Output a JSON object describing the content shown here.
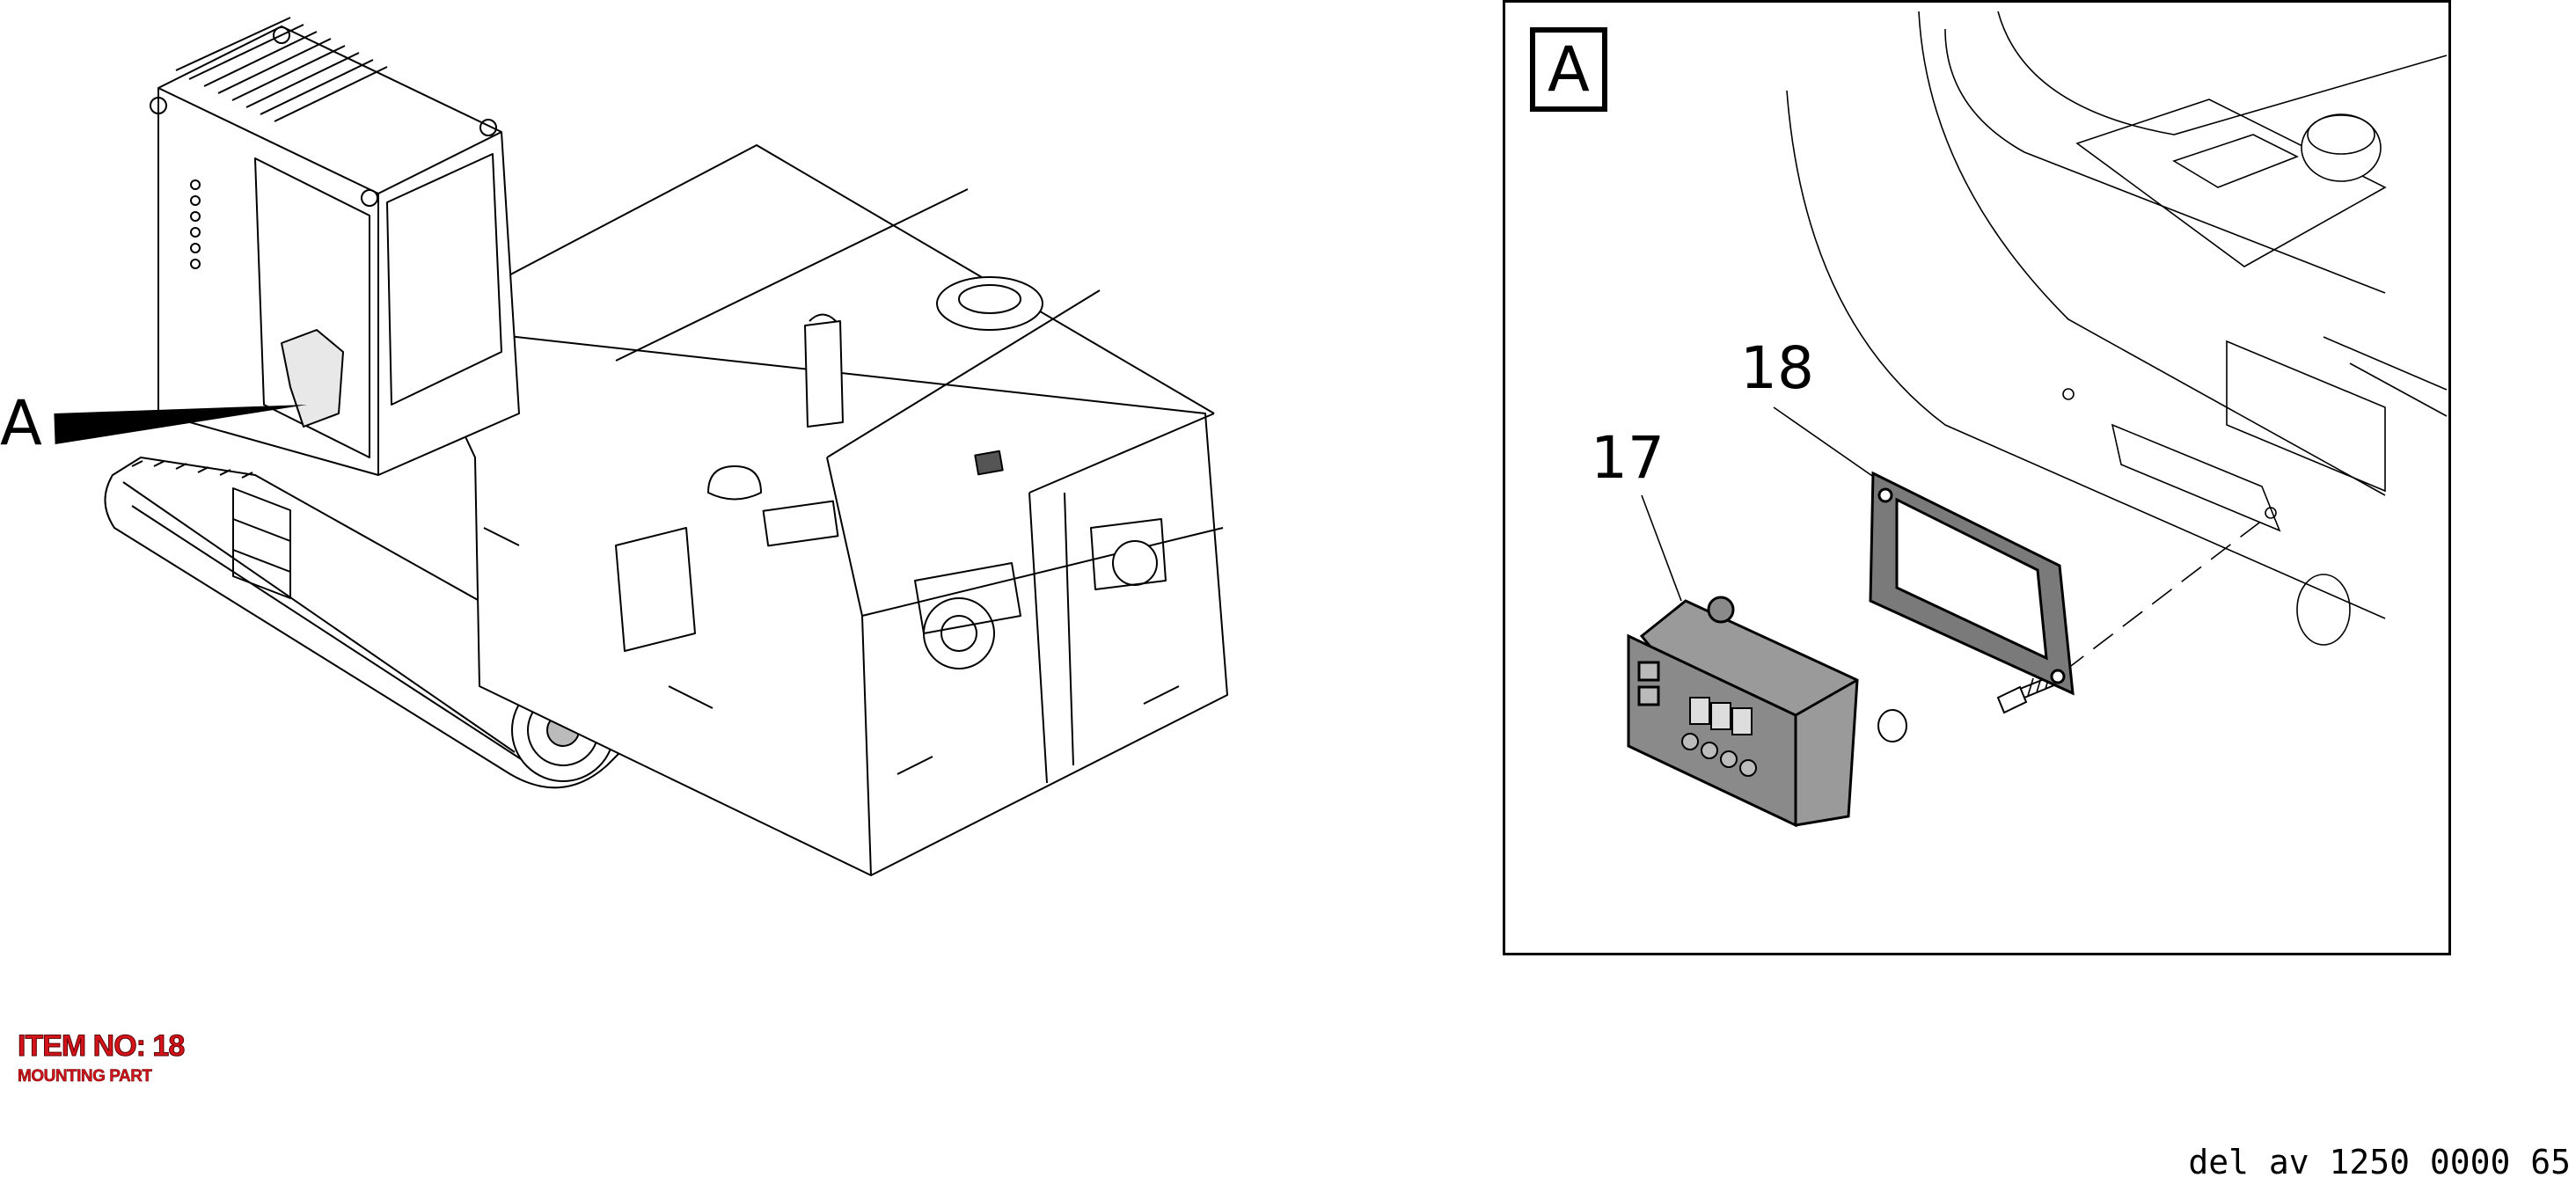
{
  "overview": {
    "pointer_label": "A"
  },
  "detail": {
    "label": "A",
    "callouts": {
      "part_17": "17",
      "part_18": "18"
    }
  },
  "info": {
    "item_number": "ITEM NO: 18",
    "item_description": "MOUNTING PART",
    "drawing_reference": "del av 1250 0000 65"
  },
  "colors": {
    "item_text": "#d4141a",
    "part_fill": "#8a8a8a",
    "gasket_fill": "#7a7a7a"
  }
}
